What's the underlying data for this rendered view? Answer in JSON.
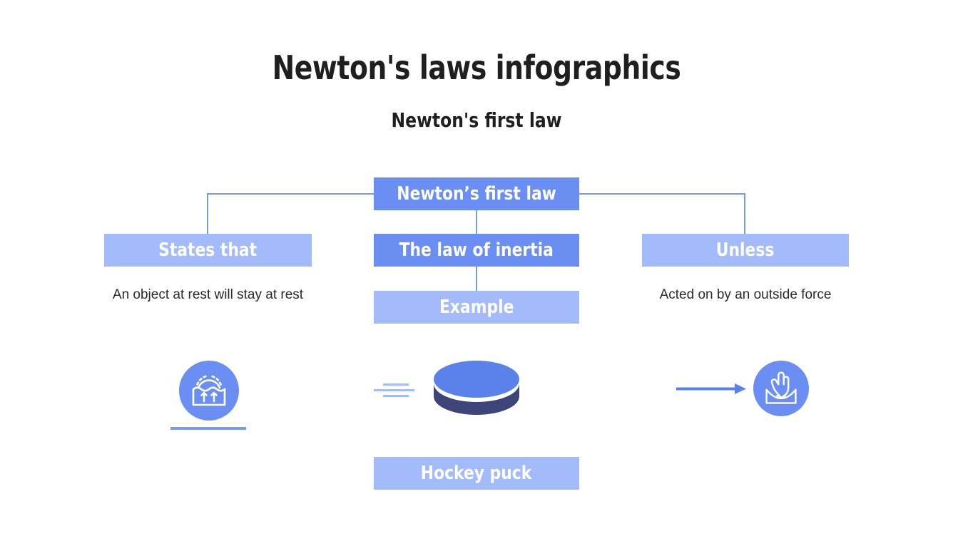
{
  "slide": {
    "title": "Newton's laws infographics",
    "subtitle": "Newton's first law",
    "background_color": "#ffffff"
  },
  "colors": {
    "blue_dark": "#6b8ef2",
    "blue_light": "#a3bbfb",
    "connector": "#7a99e8",
    "puck_top": "#5b82ea",
    "puck_body": "#3c4478",
    "text_dark": "#1f1f1f",
    "text_body": "#2a2a2a",
    "text_on_blue": "#ffffff"
  },
  "diagram": {
    "root": {
      "label": "Newton’s first law",
      "style": "dark"
    },
    "branches": {
      "left": {
        "box": {
          "label": "States that",
          "style": "light"
        },
        "caption": "An object at rest will stay at rest",
        "icon": "buoyancy-circle-icon",
        "rule": "ground-line"
      },
      "center": {
        "box": {
          "label": "The law of inertia",
          "style": "dark"
        },
        "example_box": {
          "label": "Example",
          "style": "light"
        },
        "icon": "hockey-puck-icon",
        "motion_lines": 3,
        "result_box": {
          "label": "Hockey puck",
          "style": "light"
        }
      },
      "right": {
        "box": {
          "label": "Unless",
          "style": "light"
        },
        "caption": "Acted on by an outside force",
        "icon": "pressing-hand-circle-icon",
        "arrow": "force-arrow-icon"
      }
    }
  }
}
